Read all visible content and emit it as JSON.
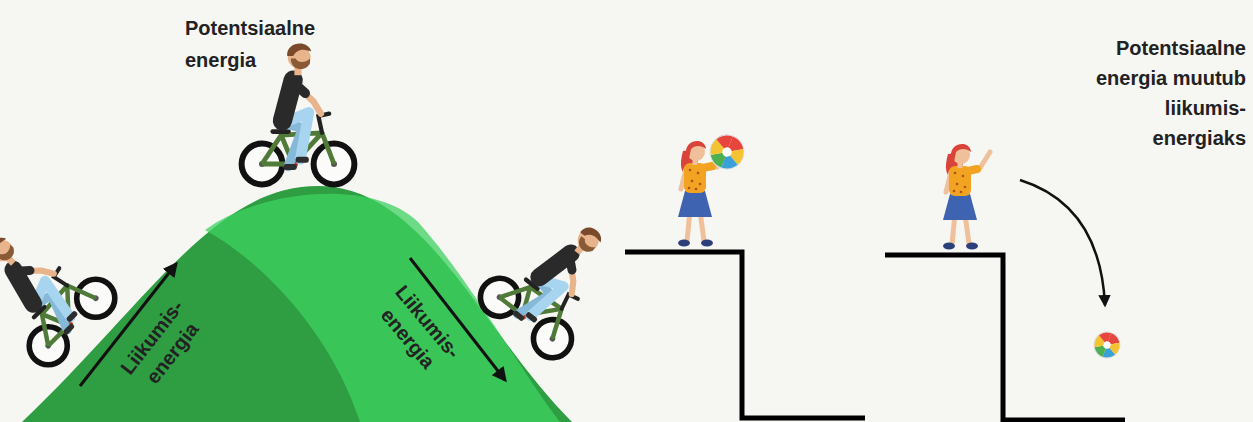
{
  "diagram": {
    "labels": [
      "Potentsiaalne energia",
      "Liikumis- energia",
      "Liikumis- energia",
      "Potentsiaalne energia muutub liikumis- energiaks"
    ]
  }
}
